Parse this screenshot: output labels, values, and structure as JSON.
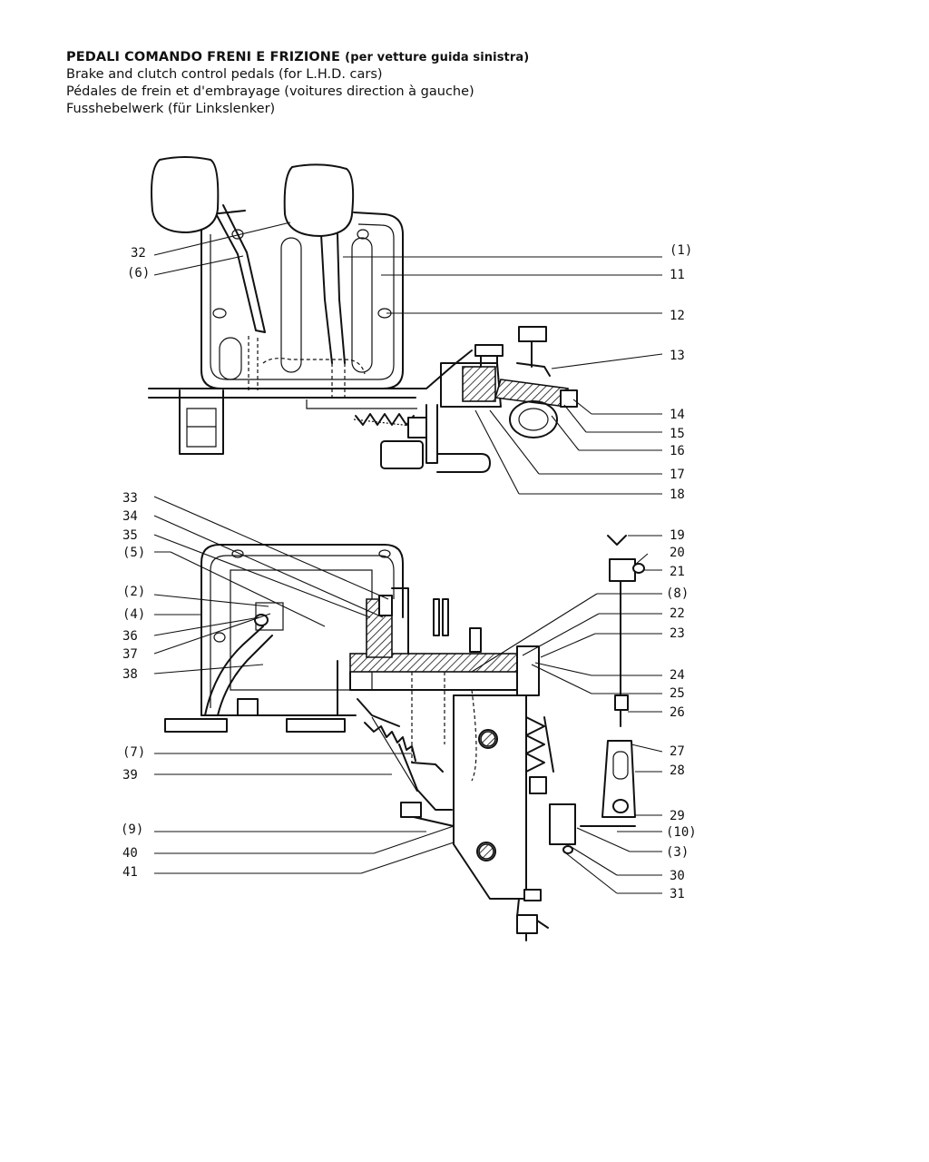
{
  "title": {
    "main": "PEDALI COMANDO FRENI E FRIZIONE",
    "main_suffix": "(per vetture guida sinistra)",
    "en": "Brake and clutch control pedals (for L.H.D. cars)",
    "fr": "Pédales de frein et d'embrayage (voitures direction à gauche)",
    "de": "Fusshebelwerk (für Linkslenker)"
  },
  "top_view": {
    "callouts_left": [
      "32",
      "(6)"
    ],
    "callouts_right": [
      "(1)",
      "11",
      "12",
      "13",
      "14",
      "15",
      "16",
      "17",
      "18"
    ]
  },
  "bottom_view": {
    "callouts_left": [
      "33",
      "34",
      "35",
      "(5)",
      "(2)",
      "(4)",
      "36",
      "37",
      "38",
      "(7)",
      "39",
      "(9)",
      "40",
      "41"
    ],
    "callouts_right": [
      "19",
      "20",
      "21",
      "(8)",
      "22",
      "23",
      "24",
      "25",
      "26",
      "27",
      "28",
      "29",
      "(10)",
      "(3)",
      "30",
      "31"
    ]
  }
}
